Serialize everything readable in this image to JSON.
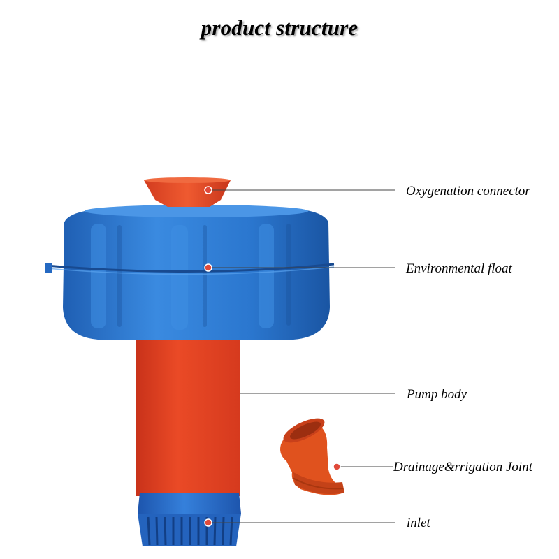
{
  "title": "product structure",
  "colors": {
    "float_blue": "#2d7ad0",
    "pump_red": "#e04022",
    "inlet_blue": "#2a68c8",
    "joint_red": "#e0521e",
    "callout_line": "#444444",
    "marker_dot": "#e04a3a"
  },
  "labels": [
    {
      "id": "oxygenation",
      "text": "Oxygenation connector"
    },
    {
      "id": "float",
      "text": "Environmental float"
    },
    {
      "id": "pump",
      "text": "Pump body"
    },
    {
      "id": "joint",
      "text": "Drainage&rrigation Joint"
    },
    {
      "id": "inlet",
      "text": "inlet"
    }
  ]
}
